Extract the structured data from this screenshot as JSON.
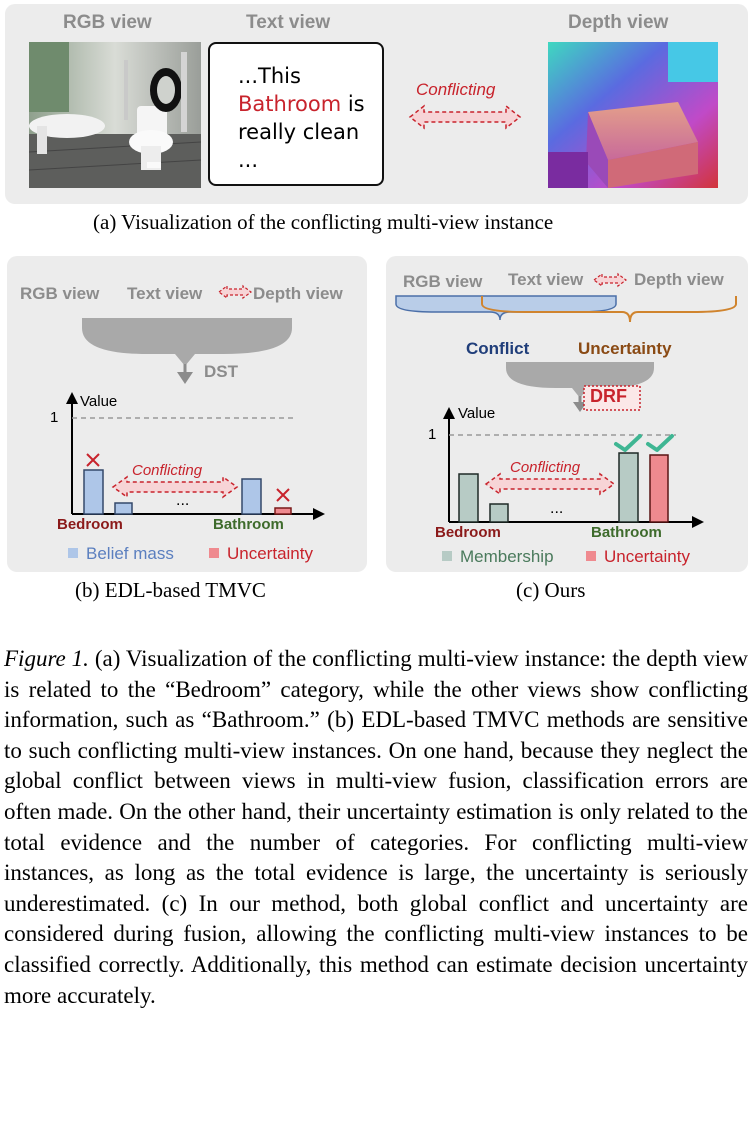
{
  "panel_a": {
    "rgb_label": "RGB view",
    "text_label": "Text view",
    "depth_label": "Depth view",
    "text_lines": [
      "...This",
      "Bathroom",
      "is",
      "really clean",
      "..."
    ],
    "conflict_label": "Conflicting",
    "caption": "(a) Visualization of the conflicting multi-view instance"
  },
  "panel_b": {
    "rgb_label": "RGB view",
    "text_label": "Text view",
    "depth_label": "Depth view",
    "fusion_label": "DST",
    "value_label": "Value",
    "one_label": "1",
    "conflict_label": "Conflicting",
    "ellipsis": "...",
    "cat_left": "Bedroom",
    "cat_right": "Bathroom",
    "legend_belief": "Belief mass",
    "legend_uncertainty": "Uncertainty",
    "caption": "(b) EDL-based TMVC"
  },
  "panel_c": {
    "rgb_label": "RGB view",
    "text_label": "Text view",
    "depth_label": "Depth view",
    "conflict_word": "Conflict",
    "uncertainty_word": "Uncertainty",
    "fusion_label": "DRF",
    "value_label": "Value",
    "one_label": "1",
    "conflict_label": "Conflicting",
    "ellipsis": "...",
    "cat_left": "Bedroom",
    "cat_right": "Bathroom",
    "legend_membership": "Membership",
    "legend_uncertainty": "Uncertainty",
    "caption": "(c) Ours"
  },
  "caption": {
    "lead": "Figure 1.",
    "body": " (a) Visualization of the conflicting multi-view instance: the depth view is related to the “Bedroom” category, while the other views show conflicting information, such as “Bathroom.” (b) EDL-based TMVC methods are sensitive to such conflicting multi-view instances. On one hand, because they neglect the global conflict between views in multi-view fusion, classification errors are often made. On the other hand, their uncertainty estimation is only related to the total evidence and the number of categories. For conflicting multi-view instances, as long as the total evidence is large, the uncertainty is seriously underestimated. (c) In our method, both global conflict and uncertainty are considered during fusion, allowing the conflicting multi-view instances to be classified correctly. Additionally, this method can estimate decision uncertainty more accurately."
  },
  "colors": {
    "panel_bg": "#ececec",
    "belief": "#aec6e8",
    "belief_stroke": "#34486a",
    "uncertainty": "#ef8a8f",
    "membership": "#b7cbc5",
    "conflict_red": "#c8232c",
    "bedroom_red": "#8b1a1a",
    "bathroom_green": "#3e6b2c",
    "conflict_blue": "#203e7a",
    "uncert_orange": "#8a4a14",
    "check_green": "#3fb693"
  }
}
